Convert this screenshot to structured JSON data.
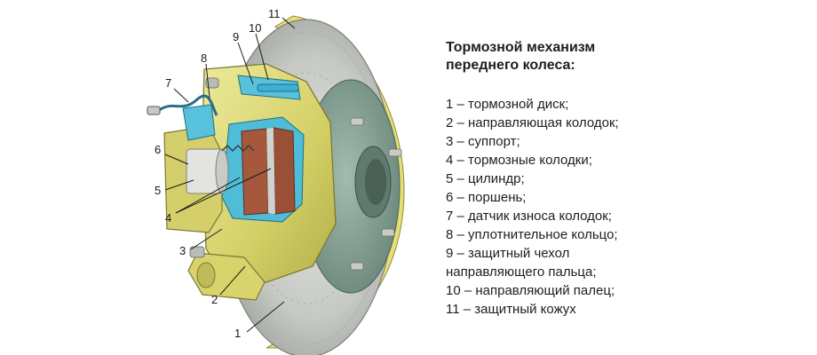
{
  "legend": {
    "title_line1": "Тормозной механизм",
    "title_line2": "переднего колеса:",
    "items": [
      "1 – тормозной диск;",
      "2 – направляющая колодок;",
      "3 – суппорт;",
      "4 – тормозные колодки;",
      "5 – цилиндр;",
      "6 – поршень;",
      "7 – датчик износа колодок;",
      "8 – уплотнительное кольцо;",
      "9 – защитный чехол\nнаправляющего пальца;",
      "10 – направляющий палец;",
      "11 – защитный кожух"
    ]
  },
  "callouts": [
    "1",
    "2",
    "3",
    "4",
    "5",
    "6",
    "7",
    "8",
    "9",
    "10",
    "11"
  ],
  "colors": {
    "disc": "#c9ccc7",
    "hub": "#7f9a8f",
    "caliper": "#dcd877",
    "shield": "#e8e07a",
    "hydraulic": "#5cc4dd",
    "pad": "#a2563c"
  }
}
